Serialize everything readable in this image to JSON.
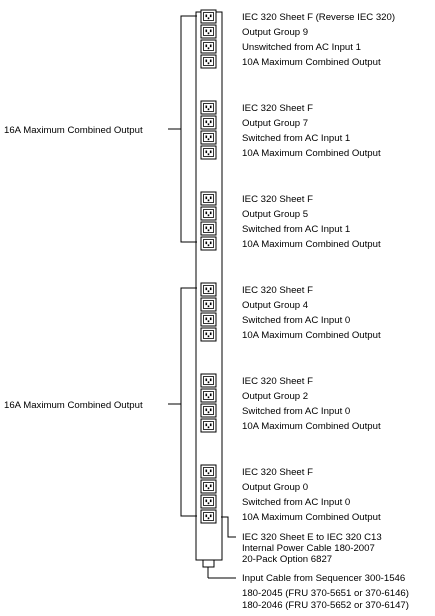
{
  "diagram": {
    "groups": [
      {
        "lines": [
          "IEC 320 Sheet F (Reverse IEC 320)",
          "Output Group 9",
          "Unswitched from AC Input 1",
          "10A  Maximum  Combined  Output"
        ]
      },
      {
        "lines": [
          "IEC 320 Sheet F",
          "Output Group 7",
          "Switched from AC Input 1",
          "10A  Maximum  Combined  Output"
        ]
      },
      {
        "lines": [
          "IEC 320 Sheet F",
          "Output Group 5",
          "Switched from AC Input 1",
          "10A  Maximum  Combined  Output"
        ]
      },
      {
        "lines": [
          "IEC 320 Sheet F",
          "Output Group 4",
          "Switched from AC Input 0",
          "10A  Maximum  Combined  Output"
        ]
      },
      {
        "lines": [
          "IEC 320 Sheet F",
          "Output Group 2",
          "Switched from AC Input 0",
          "10A  Maximum  Combined  Output"
        ]
      },
      {
        "lines": [
          "IEC 320 Sheet F",
          "Output Group 0",
          "Switched from AC Input 0",
          "10A  Maximum  Combined  Output"
        ]
      }
    ],
    "bank_labels": [
      "16A  Maximum  Combined  Output",
      "16A  Maximum  Combined  Output"
    ],
    "power_cable_lines": [
      "IEC 320 Sheet E to IEC 320 C13",
      "Internal Power Cable 180-2007",
      "20-Pack Option 6827"
    ],
    "input_cable_lines": [
      "Input Cable from Sequencer 300-1546",
      "180-2045 (FRU 370-5651 or 370-6146)",
      "180-2046 (FRU 370-5652 or 370-6147)"
    ]
  }
}
